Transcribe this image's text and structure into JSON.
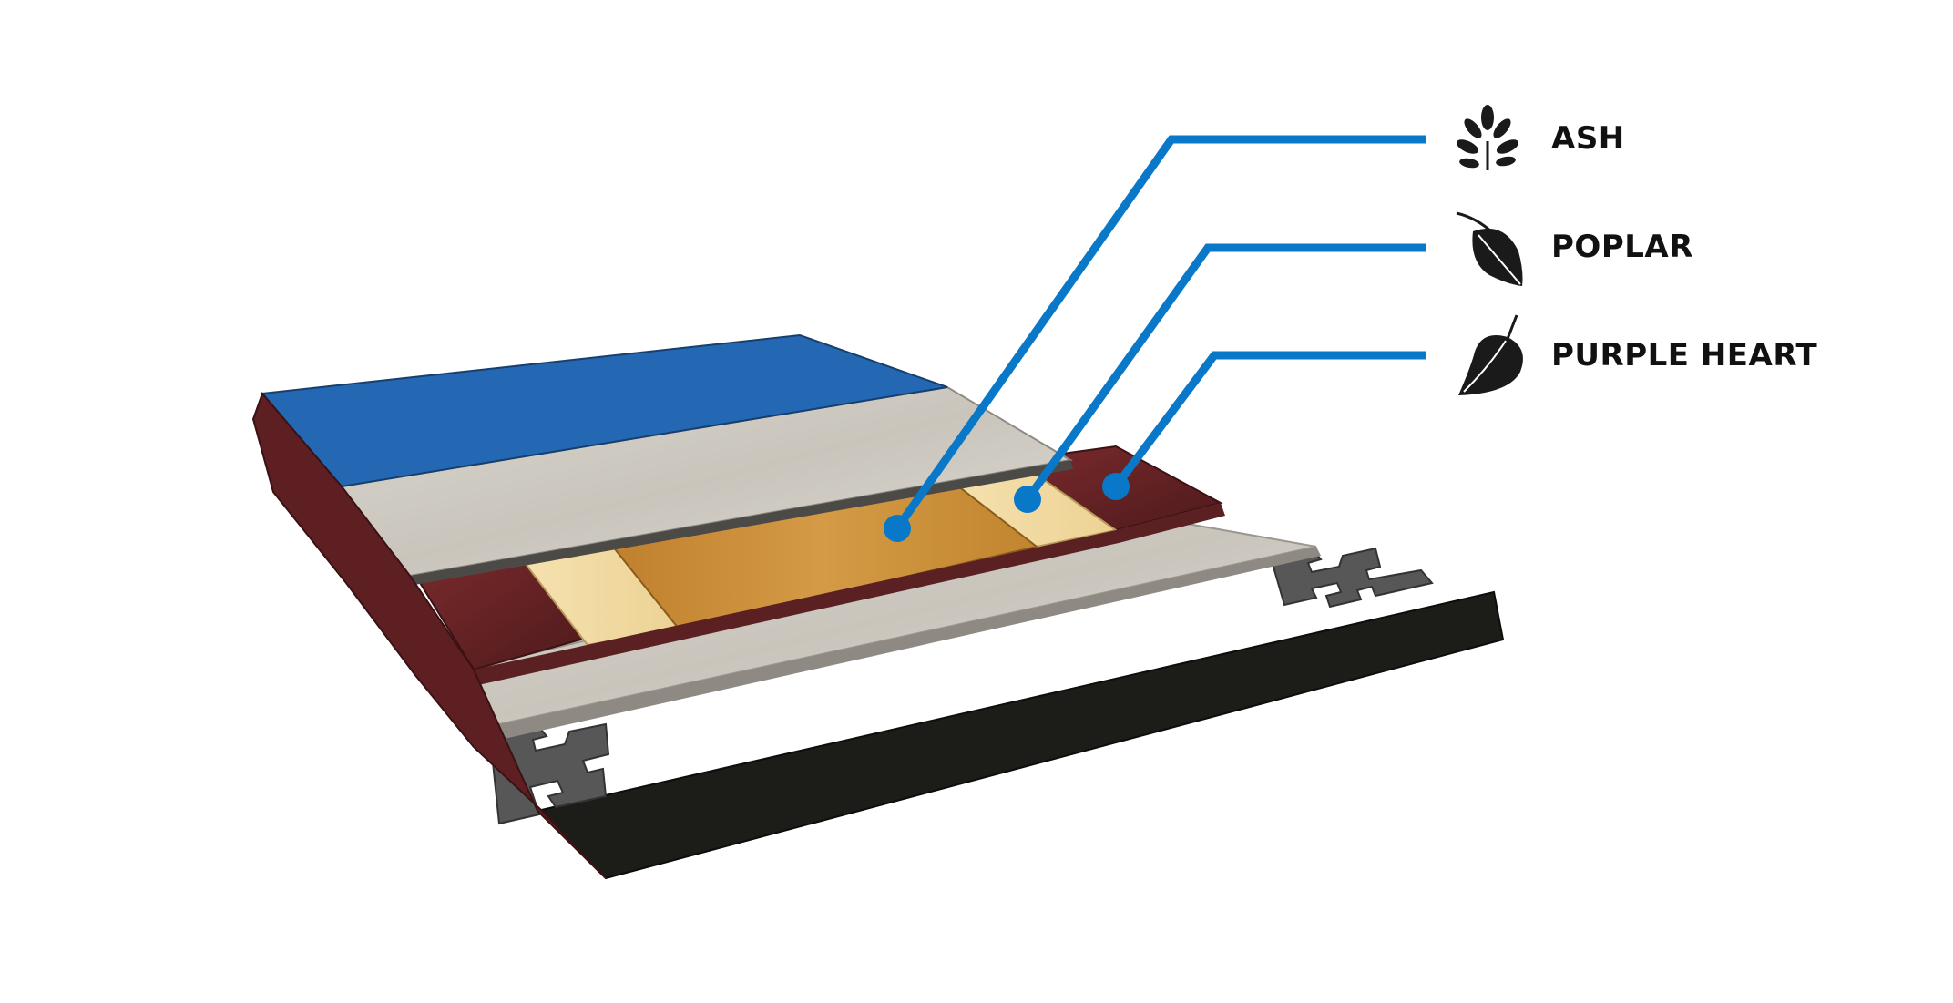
{
  "legend": {
    "items": [
      {
        "label": "ASH",
        "icon": "ash-leaf-icon"
      },
      {
        "label": "POPLAR",
        "icon": "poplar-leaf-icon"
      },
      {
        "label": "PURPLE HEART",
        "icon": "heart-leaf-icon"
      }
    ]
  },
  "colors": {
    "leader_line": "#0a78c8",
    "top_surface": "#2468b4",
    "ash": "#c98a34",
    "poplar": "#f2d9a0",
    "purple_heart": "#6b2326",
    "concrete": "#cfcbc3",
    "base": "#1c1c18",
    "connector": "#5a5a5a"
  }
}
